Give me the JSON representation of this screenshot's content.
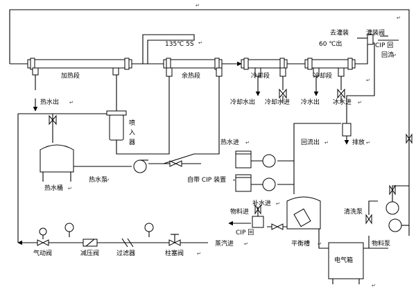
{
  "labels": {
    "heating_section": "加热段",
    "temp_135": "135℃  5S",
    "residual_heat_section": "余热段",
    "cooling_section_1": "冷却段",
    "cooling_section_2": "冷却段",
    "to_filling": "去灌装",
    "filling_valve": "灌装阀",
    "temp_60": "60 ℃出",
    "cip_return_top": "CIP 回",
    "return_flow": "回流",
    "hot_water_out": "热水出",
    "cooling_water_out_1": "冷却水出",
    "cooling_water_in": "冷却水进",
    "cold_water_out": "冷水出",
    "ice_water_in": "冰水进",
    "injection_char_1": "喷",
    "injection_char_2": "入",
    "injection_char_3": "器",
    "hot_water_in": "热水进",
    "return_outlet": "回流出",
    "drain": "排放",
    "hot_water_tank": "热水桶",
    "hot_water_pump": "热水泵",
    "self_cip_device": "自带 CIP 装置",
    "makeup_water_in": "补水进",
    "material_in": "物料进",
    "cleaning_pump": "清洗泵",
    "cip_return_bottom": "CIP 回",
    "steam_in": "蒸汽进",
    "pneumatic_valve": "气动阀",
    "pressure_reducing_valve": "减压阀",
    "filter": "过滤器",
    "plunger_valve": "柱塞阀",
    "balance_tank": "平衡槽",
    "material_pump": "物料泵",
    "electrical_box": "电气箱"
  },
  "return_marks": [
    "↵",
    "↵",
    "↵",
    "↵",
    "↵",
    "↵",
    "↵",
    "↵",
    "↵",
    "↵",
    "↵",
    "↵",
    "↵",
    "↵",
    "↵",
    "↵",
    "↵",
    "↵"
  ],
  "colors": {
    "line": "#000000",
    "background": "#ffffff"
  }
}
